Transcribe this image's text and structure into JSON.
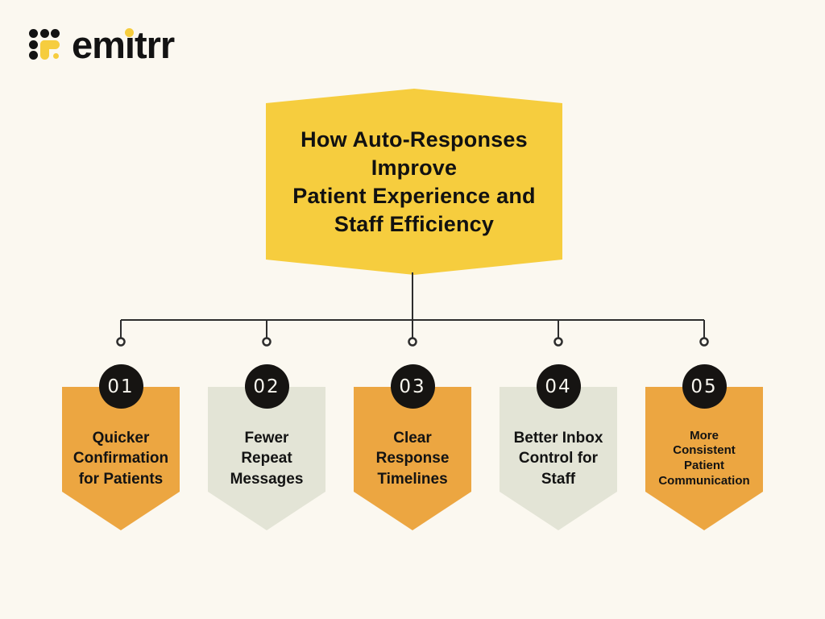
{
  "logo": {
    "wordmark": "emitrr"
  },
  "title": "How Auto-Responses\nImprove\nPatient Experience and\nStaff Efficiency",
  "colors": {
    "yellow": "#F6CD3E",
    "orange": "#ECA641",
    "sage": "#E3E4D6",
    "ink": "#131313",
    "background": "#FBF8F0",
    "badge_background": "#161412",
    "badge_text": "#F8F6EF",
    "connector_line": "#2D2D2D"
  },
  "items": [
    {
      "number": "01",
      "label": "Quicker\nConfirmation\nfor Patients",
      "variant": "orange"
    },
    {
      "number": "02",
      "label": "Fewer\nRepeat\nMessages",
      "variant": "sage"
    },
    {
      "number": "03",
      "label": "Clear\nResponse\nTimelines",
      "variant": "orange"
    },
    {
      "number": "04",
      "label": "Better Inbox\nControl for\nStaff",
      "variant": "sage"
    },
    {
      "number": "05",
      "label": "More\nConsistent\nPatient\nCommunication",
      "variant": "orange"
    }
  ]
}
